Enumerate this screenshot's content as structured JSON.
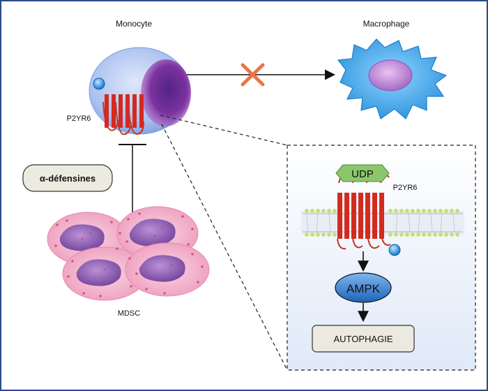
{
  "labels": {
    "monocyte": "Monocyte",
    "macrophage": "Macrophage",
    "p2yr6_left": "P2YR6",
    "defensins": "α-défensines",
    "mdsc": "MDSC",
    "udp": "UDP",
    "p2yr6_inset": "P2YR6",
    "ampk": "AMPK",
    "autophagie": "AUTOPHAGIE"
  },
  "colors": {
    "frame_border": "#2b4a8b",
    "monocyte_body": "#a9bff0",
    "nucleus": "#7a2a9a",
    "macrophage_body": "#3aa6e8",
    "receptor_red": "#d42a1f",
    "inhibition_cross": "#e8744a",
    "udp_green": "#8cc66a",
    "ampk_fill": "#2f7fd1",
    "autophagie_fill": "#eceae0",
    "defensins_fill": "#ecebe0",
    "mdsc_pink": "#f3b6cf",
    "membrane_green": "#c9dd7a"
  }
}
